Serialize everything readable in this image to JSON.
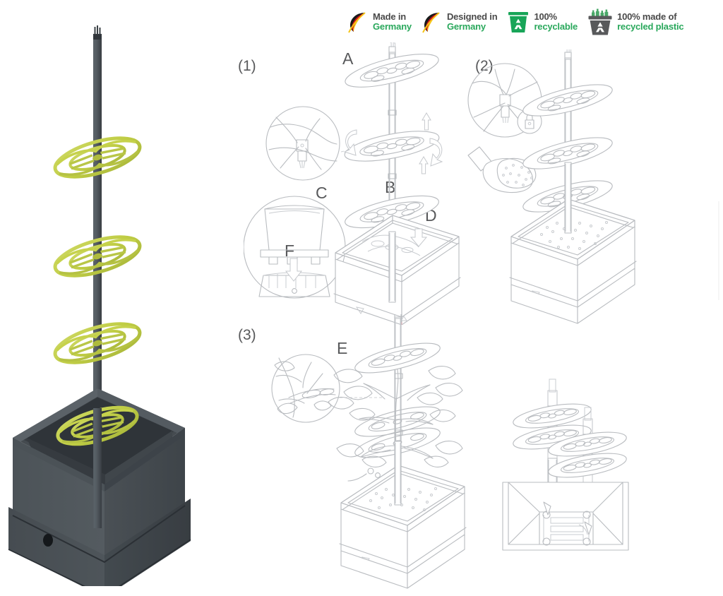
{
  "badges": [
    {
      "icon": "german-flag-leaf-icon",
      "line1": "Made in",
      "line2": "Germany",
      "accent": "#2aa85c"
    },
    {
      "icon": "german-flag-leaf-icon",
      "line1": "Designed in",
      "line2": "Germany",
      "accent": "#2aa85c"
    },
    {
      "icon": "recycle-bin-icon",
      "line1": "100%",
      "line2": "recyclable",
      "accent": "#18a558"
    },
    {
      "icon": "recycled-plastic-bin-icon",
      "line1": "100% made of",
      "line2": "recycled plastic",
      "accent": "#2aa85c"
    }
  ],
  "product": {
    "name": "self-watering-tomato-planter",
    "pole_color": "#4a5157",
    "pot_color": "#4c5257",
    "pot_base_color": "#44494e",
    "ring_color": "#c3cf4e",
    "ring_count": 4,
    "drain_plug": "drain-plug-icon"
  },
  "instructions": {
    "steps": [
      {
        "id": "step-1",
        "label": "(1)"
      },
      {
        "id": "step-2",
        "label": "(2)"
      },
      {
        "id": "step-3",
        "label": "(3)"
      }
    ],
    "part_labels": [
      {
        "id": "part-a",
        "label": "A"
      },
      {
        "id": "part-b",
        "label": "B"
      },
      {
        "id": "part-c",
        "label": "C"
      },
      {
        "id": "part-d",
        "label": "D"
      },
      {
        "id": "part-e",
        "label": "E"
      },
      {
        "id": "part-f",
        "label": "F"
      }
    ],
    "detail_callouts": [
      {
        "id": "detail-c",
        "icon": "ring-clip-detail-icon"
      },
      {
        "id": "detail-f",
        "icon": "pot-insert-detail-icon"
      },
      {
        "id": "detail-lock",
        "icon": "lock-icon"
      },
      {
        "id": "detail-plant-clip",
        "icon": "plant-stem-clip-detail-icon"
      }
    ],
    "tools": [
      {
        "id": "trowel",
        "icon": "trowel-with-soil-icon"
      }
    ],
    "line_color": "#b9bcc0"
  }
}
